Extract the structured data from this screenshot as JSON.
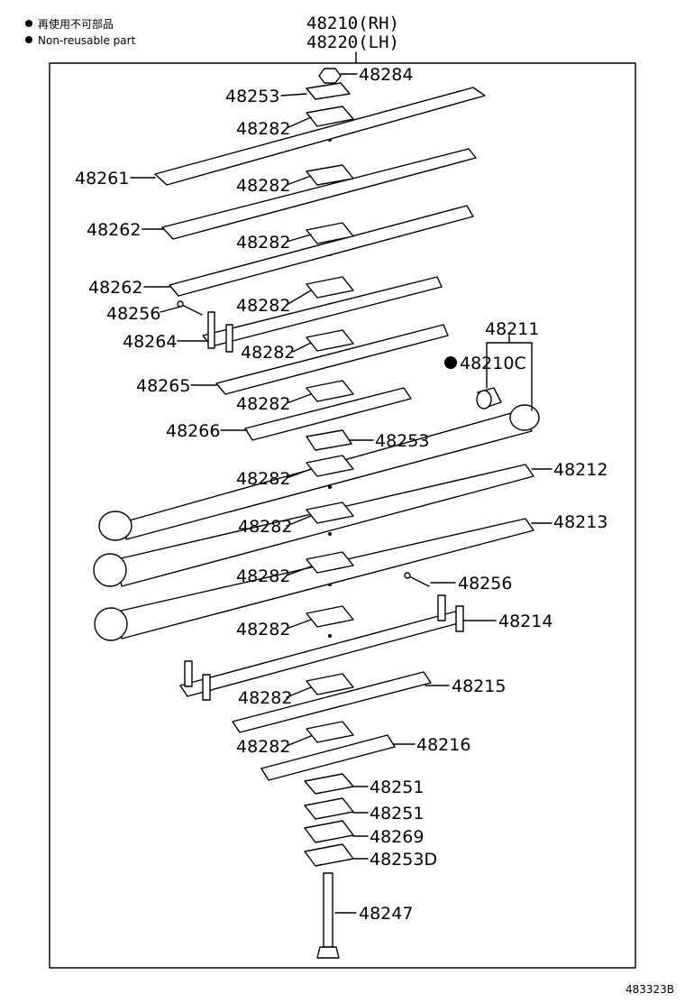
{
  "legend": [
    {
      "symbol": "filled-dot",
      "text": "再使用不可部品"
    },
    {
      "symbol": "filled-dot",
      "text": "Non-reusable part"
    }
  ],
  "assembly": {
    "rh": "48210(RH)",
    "lh": "48220(LH)"
  },
  "figure_code": "483323B",
  "callouts": {
    "c48284": "48284",
    "c48253a": "48253",
    "c48282_1": "48282",
    "c48261": "48261",
    "c48282_2": "48282",
    "c48262a": "48262",
    "c48282_3": "48282",
    "c48262b": "48262",
    "c48282_4": "48282",
    "c48256a": "48256",
    "c48264": "48264",
    "c48282_5": "48282",
    "c48211": "48211",
    "c48210c": "48210C",
    "c48265": "48265",
    "c48282_6": "48282",
    "c48266": "48266",
    "c48253b": "48253",
    "c48282_7": "48282",
    "c48212": "48212",
    "c48282_8": "48282",
    "c48213": "48213",
    "c48282_9": "48282",
    "c48256b": "48256",
    "c48214": "48214",
    "c48282_10": "48282",
    "c48282_11": "48282",
    "c48215": "48215",
    "c48282_12": "48282",
    "c48216": "48216",
    "c48251a": "48251",
    "c48251b": "48251",
    "c48269": "48269",
    "c48253d": "48253D",
    "c48247": "48247"
  }
}
